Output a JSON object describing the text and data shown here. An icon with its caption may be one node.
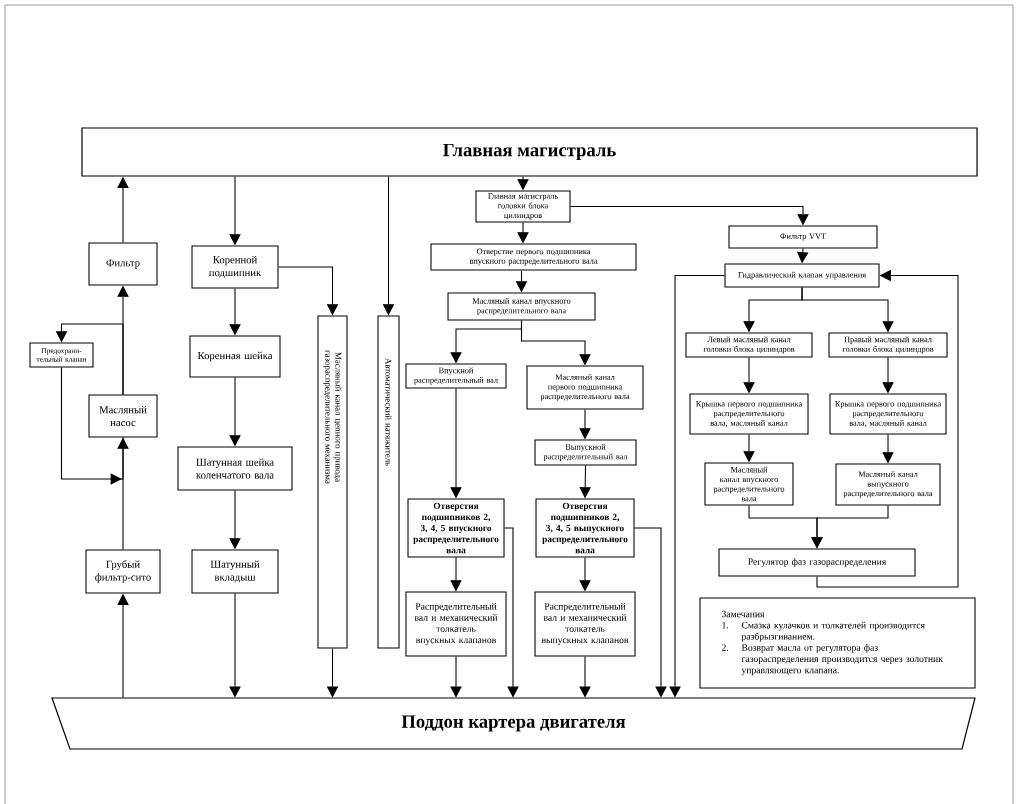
{
  "diagram": {
    "nodes": [
      {
        "text": [
          "Главная магистраль"
        ]
      },
      {
        "text": [
          "Фильтр"
        ]
      },
      {
        "text": [
          "Предохрани-тельный клапан"
        ]
      },
      {
        "text": [
          "Масляный насос"
        ]
      },
      {
        "text": [
          "Грубый фильтр-сито"
        ]
      },
      {
        "text": [
          "Коренной подшипник"
        ]
      },
      {
        "text": [
          "Коренная шейка"
        ]
      },
      {
        "text": [
          "Шатунная шейка коленчатого вала"
        ]
      },
      {
        "text": [
          "Шатунный вкладыш"
        ]
      },
      {
        "text": [
          "Масляный канал цепного привода газораспределительного механизма"
        ]
      },
      {
        "text": [
          "Автоматический натяжитель"
        ]
      },
      {
        "text": [
          "Главная магистраль головки блока цилиндров"
        ]
      },
      {
        "text": [
          "Отверстие первого подшипника впускного распределительного вала"
        ]
      },
      {
        "text": [
          "Масляный канал впускного распределительного вала"
        ]
      },
      {
        "text": [
          "Впускной распределительный вал"
        ]
      },
      {
        "text": [
          "Масляный канал первого подшипника распределительного вала"
        ]
      },
      {
        "text": [
          "Выпускной распределительный вал"
        ]
      },
      {
        "text": [
          "Отверстия подшипников 2, 3, 4, 5 впускного распределительного вала"
        ]
      },
      {
        "text": [
          "Отверстия подшипников 2, 3, 4, 5 выпускного распределительного вала"
        ]
      },
      {
        "text": [
          "Распределительный вал и механический толкатель впускных клапанов"
        ]
      },
      {
        "text": [
          "Распределительный вал и механический толкатель выпускных клапанов"
        ]
      },
      {
        "text": [
          "Фильтр VVT"
        ]
      },
      {
        "text": [
          "Гидравлический клапан управления"
        ]
      },
      {
        "text": [
          "Левый масляный канал головки блока цилиндров"
        ]
      },
      {
        "text": [
          "Правый масляный канал головки блока цилиндров"
        ]
      },
      {
        "text": [
          "Крышка первого подшипника распределительного вала, масляный канал"
        ]
      },
      {
        "text": [
          "Крышка первого подшипника распределительного вала, масляный канал"
        ]
      },
      {
        "text": [
          "Масляный канал впускного распределительного вала"
        ]
      },
      {
        "text": [
          "Масляный канал выпускного распределительного вала"
        ]
      },
      {
        "text": [
          "Регулятор фаз газораспределения"
        ]
      },
      {
        "text": [
          "Замечания",
          "1.",
          "Смазка кулачков и толкателей производится разбрызгиванием.",
          "2.",
          "Возврат масла от регулятора фаз газораспределения производится через золотник управляющего клапана."
        ]
      },
      {
        "text": [
          "Поддон картера двигателя"
        ]
      }
    ],
    "edges": [
      {
        "from": 1,
        "to": 0,
        "arrow": "to"
      },
      {
        "from": 3,
        "to": 1,
        "arrow": "to"
      },
      {
        "from": 3,
        "to": 2,
        "arrow": "to"
      },
      {
        "from": 2,
        "to": 3,
        "arrow": "to"
      },
      {
        "from": 4,
        "to": 3,
        "arrow": "to"
      },
      {
        "from": 31,
        "to": 4,
        "arrow": "to"
      },
      {
        "from": 0,
        "to": 5,
        "arrow": "to"
      },
      {
        "from": 5,
        "to": 6,
        "arrow": "to"
      },
      {
        "from": 6,
        "to": 7,
        "arrow": "to"
      },
      {
        "from": 7,
        "to": 8,
        "arrow": "to"
      },
      {
        "from": 8,
        "to": 31,
        "arrow": "to"
      },
      {
        "from": 5,
        "to": 9,
        "arrow": "to"
      },
      {
        "from": 9,
        "to": 31,
        "arrow": "to"
      },
      {
        "from": 0,
        "to": 10,
        "arrow": "to"
      },
      {
        "from": 0,
        "to": 11,
        "arrow": "to"
      },
      {
        "from": 11,
        "to": 12,
        "arrow": "to"
      },
      {
        "from": 12,
        "to": 13,
        "arrow": "to"
      },
      {
        "from": 13,
        "to": 14,
        "arrow": "to"
      },
      {
        "from": 13,
        "to": 15,
        "arrow": "to"
      },
      {
        "from": 14,
        "to": 17,
        "arrow": "to"
      },
      {
        "from": 15,
        "to": 16,
        "arrow": "to"
      },
      {
        "from": 16,
        "to": 18,
        "arrow": "to"
      },
      {
        "from": 17,
        "to": 19,
        "arrow": "to"
      },
      {
        "from": 18,
        "to": 20,
        "arrow": "to"
      },
      {
        "from": 19,
        "to": 31,
        "arrow": "to"
      },
      {
        "from": 20,
        "to": 31,
        "arrow": "to"
      },
      {
        "from": 17,
        "to": 31,
        "arrow": "to"
      },
      {
        "from": 18,
        "to": 31,
        "arrow": "to"
      },
      {
        "from": 11,
        "to": 21,
        "arrow": "to"
      },
      {
        "from": 21,
        "to": 22,
        "arrow": "to"
      },
      {
        "from": 22,
        "to": 31,
        "arrow": "to"
      },
      {
        "from": 22,
        "to": 23,
        "arrow": "to"
      },
      {
        "from": 22,
        "to": 24,
        "arrow": "to"
      },
      {
        "from": 23,
        "to": 25,
        "arrow": "to"
      },
      {
        "from": 24,
        "to": 26,
        "arrow": "to"
      },
      {
        "from": 25,
        "to": 27,
        "arrow": "to"
      },
      {
        "from": 26,
        "to": 28,
        "arrow": "to"
      },
      {
        "from": 27,
        "to": 29,
        "arrow": "to"
      },
      {
        "from": 28,
        "to": 29,
        "arrow": "to"
      },
      {
        "from": 29,
        "to": 22,
        "arrow": "to"
      }
    ]
  }
}
